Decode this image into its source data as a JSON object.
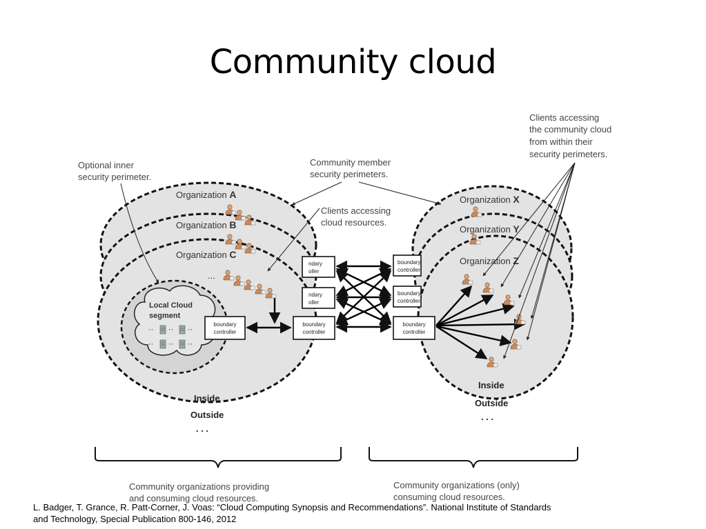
{
  "title": "Community cloud",
  "annotations": {
    "optional_inner_1": "Optional inner",
    "optional_inner_2": "security perimeter.",
    "member_perim_1": "Community member",
    "member_perim_2": "security perimeters.",
    "clients_cloud_1": "Clients accessing",
    "clients_cloud_2": "cloud resources.",
    "clients_within_1": "Clients accessing",
    "clients_within_2": "the community cloud",
    "clients_within_3": "from within their",
    "clients_within_4": "security perimeters."
  },
  "org_label_prefix": "Organization",
  "left_orgs": [
    "A",
    "B",
    "C"
  ],
  "right_orgs": [
    "X",
    "Y",
    "Z"
  ],
  "local_cloud": {
    "line1": "Local Cloud",
    "line2": "segment"
  },
  "boundary_controller": {
    "line1": "boundary",
    "line2": "controller",
    "partial1": "ndary",
    "partial2": "oller"
  },
  "inside_label": "Inside",
  "outside_label": "Outside",
  "ellipsis": ". . .",
  "ellipsis_small": "...",
  "bottom_captions": {
    "left_1": "Community organizations providing",
    "left_2": "and consuming cloud resources.",
    "right_1": "Community organizations (only)",
    "right_2": "consuming cloud resources."
  },
  "citation_1": "L. Badger, T. Grance, R. Patt-Corner, J. Voas: “Cloud Computing Synopsis and Recommendations”. National Institute of Standards",
  "citation_2": "and Technology, Special Publication 800-146, 2012"
}
